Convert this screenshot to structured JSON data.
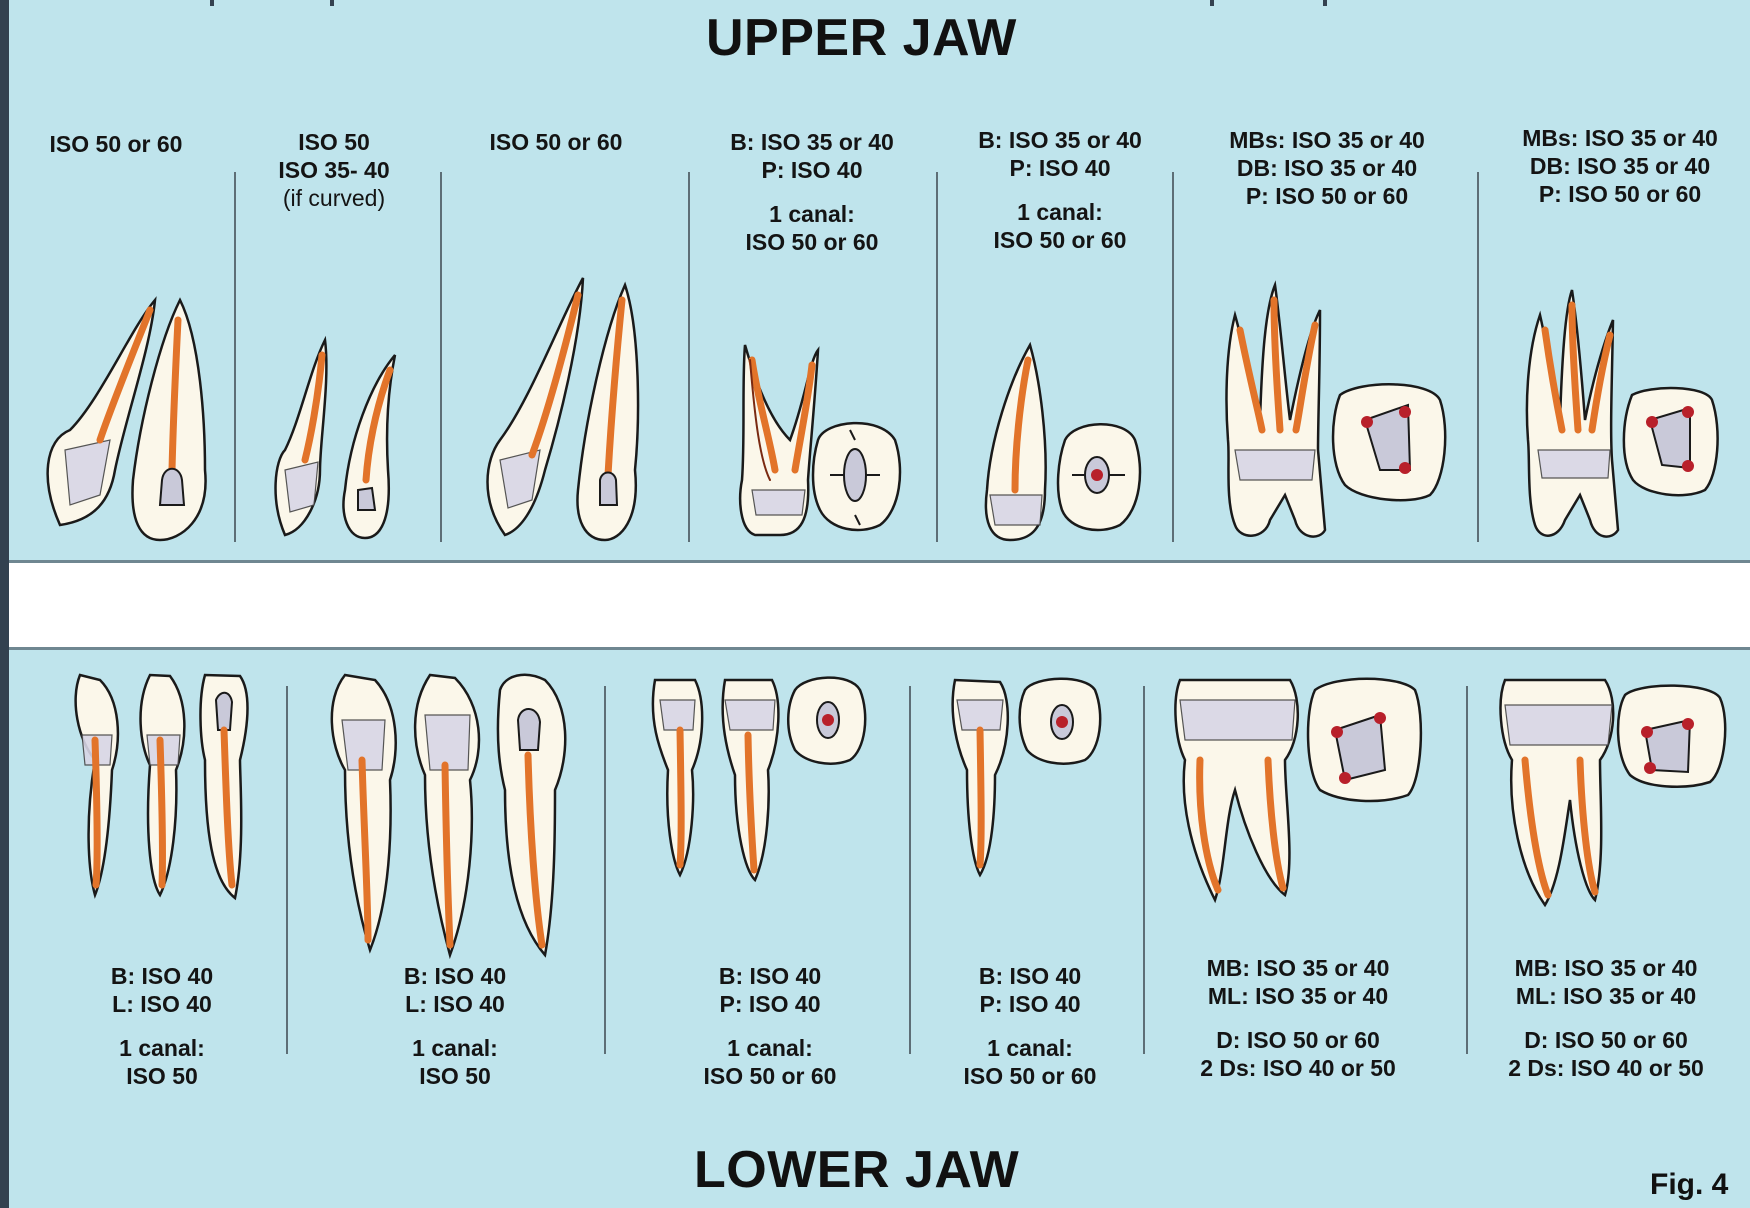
{
  "upper_jaw": {
    "title": "UPPER JAW",
    "columns": [
      {
        "lines": [
          "ISO 50 or 60"
        ]
      },
      {
        "lines": [
          "ISO 50",
          "ISO 35- 40"
        ],
        "note": "(if curved)"
      },
      {
        "lines": [
          "ISO 50 or 60"
        ]
      },
      {
        "lines": [
          "B: ISO 35 or 40",
          "P: ISO 40"
        ],
        "extra": [
          "1 canal:",
          "ISO 50 or 60"
        ]
      },
      {
        "lines": [
          "B: ISO 35 or 40",
          "P: ISO 40"
        ],
        "extra": [
          "1 canal:",
          "ISO 50 or 60"
        ]
      },
      {
        "lines": [
          "MBs: ISO 35 or 40",
          "DB: ISO 35 or 40",
          "P: ISO 50 or 60"
        ]
      },
      {
        "lines": [
          "MBs: ISO 35 or 40",
          "DB: ISO 35 or 40",
          "P: ISO 50 or 60"
        ]
      }
    ]
  },
  "lower_jaw": {
    "title": "LOWER JAW",
    "columns": [
      {
        "lines": [
          "B: ISO 40",
          "L: ISO 40"
        ],
        "extra": [
          "1 canal:",
          "ISO 50"
        ]
      },
      {
        "lines": [
          "B: ISO 40",
          "L: ISO 40"
        ],
        "extra": [
          "1 canal:",
          "ISO 50"
        ]
      },
      {
        "lines": [
          "B: ISO 40",
          "P: ISO 40"
        ],
        "extra": [
          "1 canal:",
          "ISO 50 or 60"
        ]
      },
      {
        "lines": [
          "B: ISO 40",
          "P: ISO 40"
        ],
        "extra": [
          "1 canal:",
          "ISO 50 or 60"
        ]
      },
      {
        "lines": [
          "MB: ISO 35 or 40",
          "ML: ISO 35 or 40"
        ],
        "extra": [
          "D: ISO 50 or 60",
          "2 Ds: ISO 40 or 50"
        ]
      },
      {
        "lines": [
          "MB: ISO 35 or 40",
          "ML: ISO 35 or 40"
        ],
        "extra": [
          "D: ISO 50 or 60",
          "2 Ds: ISO 40 or 50"
        ]
      }
    ]
  },
  "figure_label": "Fig. 4",
  "colors": {
    "background": "#bfe4ec",
    "tooth_fill": "#fbf7ea",
    "canal": "#e2742a",
    "pulp_chamber": "#c9c9d9",
    "orifice": "#b8202a"
  }
}
